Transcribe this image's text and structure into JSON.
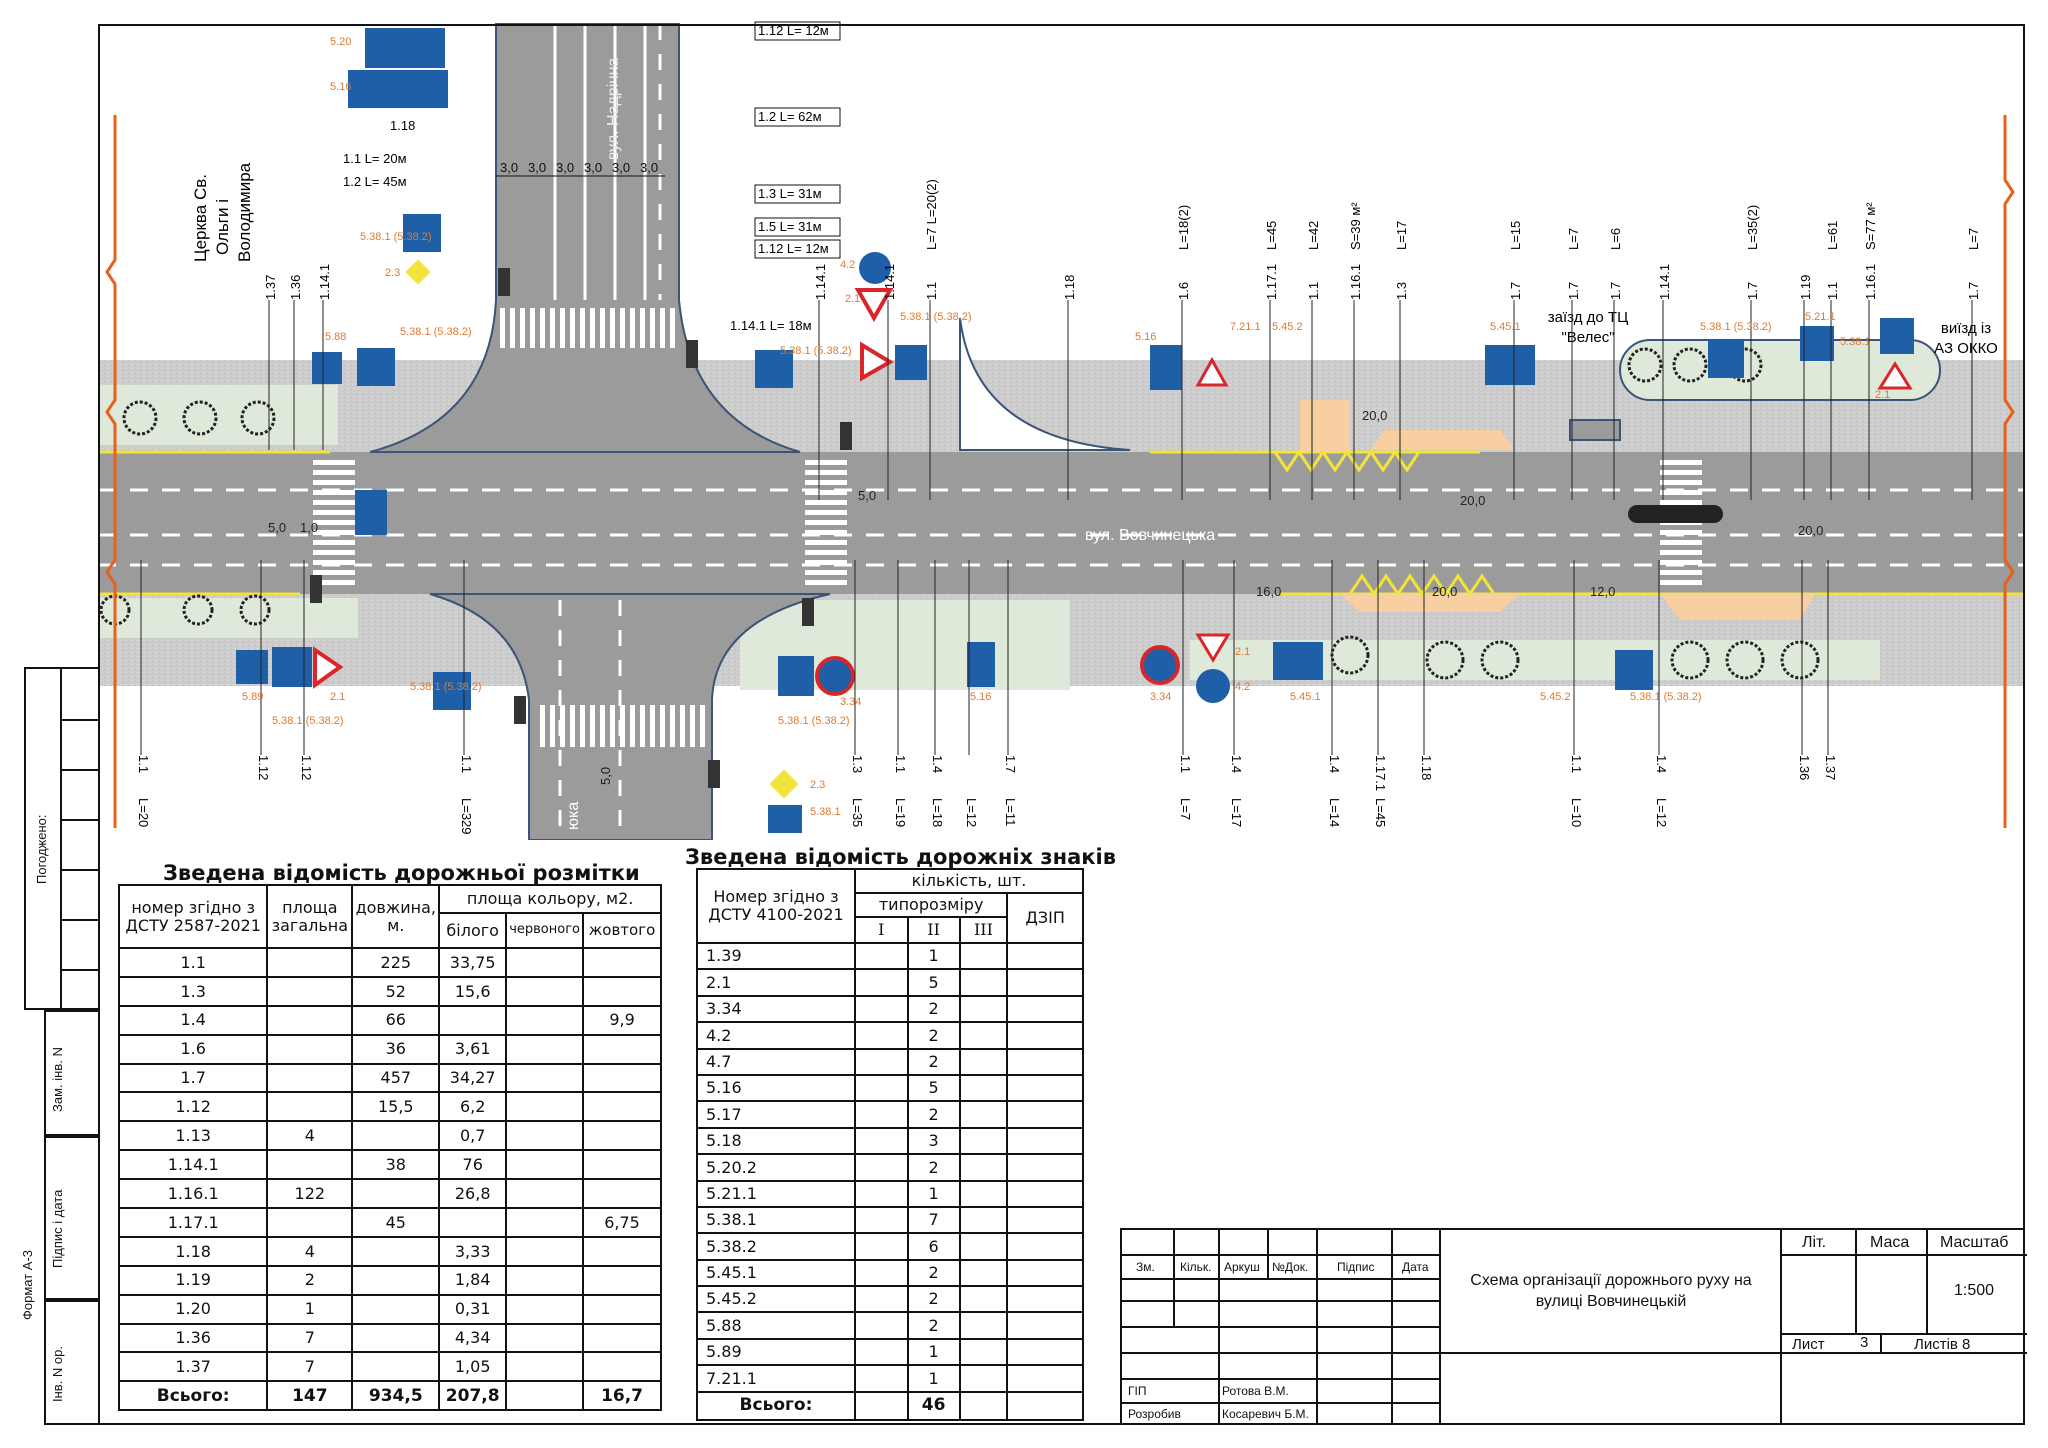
{
  "plan": {
    "street_main": "вул. Вовчинецька",
    "street_cross_top": "вул. Надрічна",
    "street_cross_bottom": "юка",
    "church": [
      "Церква Св.",
      "Ольги і",
      "Володимира"
    ],
    "entry_label": [
      "заїзд до ТЦ",
      "\"Велес\""
    ],
    "exit_label": [
      "виїзд із",
      "АЗ ОККО"
    ],
    "top_callouts": [
      "1.12 L= 12м",
      "1.2 L= 62м",
      "1.3 L= 31м",
      "1.5 L= 31м",
      "1.12 L= 12м",
      "1.18",
      "1.1 L= 20м",
      "1.2 L= 45м",
      "1.14.1 L= 18м"
    ],
    "lane_widths": [
      "3,0",
      "3,0",
      "3,0",
      "3,0",
      "3,0",
      "3,0"
    ],
    "dimensions": [
      "20,0",
      "20,0",
      "20,0",
      "16,0",
      "20,0",
      "12,0",
      "5,0",
      "5,0",
      "5,0",
      "1,0"
    ],
    "top_labels": [
      {
        "box": "1.37",
        "sub": ""
      },
      {
        "box": "1.36",
        "sub": ""
      },
      {
        "box": "1.14.1",
        "sub": ""
      },
      {
        "box": "1.14.1",
        "sub": ""
      },
      {
        "box": "1.14.1",
        "sub": ""
      },
      {
        "box": "1.1",
        "sub": "L=7  L=20(2)"
      },
      {
        "box": "1.18",
        "sub": ""
      },
      {
        "box": "1.6",
        "sub": "L=18(2)"
      },
      {
        "box": "1.17.1",
        "sub": "L=45"
      },
      {
        "box": "1.1",
        "sub": "L=42"
      },
      {
        "box": "1.16.1",
        "sub": "S=39 м²"
      },
      {
        "box": "1.3",
        "sub": "L=17"
      },
      {
        "box": "1.7",
        "sub": "L=15"
      },
      {
        "box": "1.7",
        "sub": "L=7"
      },
      {
        "box": "1.7",
        "sub": "L=6"
      },
      {
        "box": "1.14.1",
        "sub": ""
      },
      {
        "box": "1.7",
        "sub": "L=35(2)"
      },
      {
        "box": "1.19",
        "sub": ""
      },
      {
        "box": "1.1",
        "sub": "L=61"
      },
      {
        "box": "1.16.1",
        "sub": "S=77 м²"
      },
      {
        "box": "1.7",
        "sub": "L=7"
      }
    ],
    "bottom_labels": [
      {
        "box": "1.1",
        "sub": "L=20"
      },
      {
        "box": "1.12",
        "sub": ""
      },
      {
        "box": "1.12",
        "sub": ""
      },
      {
        "box": "1.1",
        "sub": "L=329"
      },
      {
        "box": "1.3",
        "sub": "L=35"
      },
      {
        "box": "1.1",
        "sub": "L=19"
      },
      {
        "box": "1.4",
        "sub": "L=18"
      },
      {
        "box": "",
        "sub": "L=12"
      },
      {
        "box": "1.7",
        "sub": "L=11"
      },
      {
        "box": "1.1",
        "sub": "L=7"
      },
      {
        "box": "1.4",
        "sub": "L=17"
      },
      {
        "box": "1.4",
        "sub": "L=14"
      },
      {
        "box": "1.17.1",
        "sub": "L=45"
      },
      {
        "box": "1.18",
        "sub": ""
      },
      {
        "box": "1.1",
        "sub": "L=10"
      },
      {
        "box": "1.4",
        "sub": "L=12"
      },
      {
        "box": "1.36",
        "sub": ""
      },
      {
        "box": "1.37",
        "sub": ""
      }
    ],
    "sign_labels": [
      "5.20",
      "5.16",
      "5.38.1 (5.38.2)",
      "2.3",
      "5.88",
      "5.38.1 (5.38.2)",
      "5.38.1 (5.38.2)",
      "4.2",
      "2.1",
      "5.38.1 (5.38.2)",
      "5.16",
      "7.21.1",
      "5.45.2",
      "5.45.1",
      "5.38.1 (5.38.2)",
      "5.21.1",
      "5.38.1",
      "2.1",
      "5.89",
      "5.38.1 (5.38.2)",
      "2.1",
      "5.38.1 (5.38.2)",
      "5.38.1 (5.38.2)",
      "3.34",
      "5.16",
      "2.3",
      "5.38.1",
      "3.34",
      "2.1",
      "4.2",
      "5.45.1",
      "5.45.2",
      "5.38.1 (5.38.2)"
    ]
  },
  "markings_table": {
    "title": "Зведена відомість дорожньої розмітки",
    "headers": {
      "number": "номер згідно з ДСТУ 2587-2021",
      "area_total": "площа загальна",
      "length": "довжина, м.",
      "color_area": "площа кольору, м2.",
      "white": "білого",
      "red": "червоного",
      "yellow": "жовтого"
    },
    "rows": [
      [
        "1.1",
        "",
        "225",
        "33,75",
        "",
        ""
      ],
      [
        "1.3",
        "",
        "52",
        "15,6",
        "",
        ""
      ],
      [
        "1.4",
        "",
        "66",
        "",
        "",
        "9,9"
      ],
      [
        "1.6",
        "",
        "36",
        "3,61",
        "",
        ""
      ],
      [
        "1.7",
        "",
        "457",
        "34,27",
        "",
        ""
      ],
      [
        "1.12",
        "",
        "15,5",
        "6,2",
        "",
        ""
      ],
      [
        "1.13",
        "4",
        "",
        "0,7",
        "",
        ""
      ],
      [
        "1.14.1",
        "",
        "38",
        "76",
        "",
        ""
      ],
      [
        "1.16.1",
        "122",
        "",
        "26,8",
        "",
        ""
      ],
      [
        "1.17.1",
        "",
        "45",
        "",
        "",
        "6,75"
      ],
      [
        "1.18",
        "4",
        "",
        "3,33",
        "",
        ""
      ],
      [
        "1.19",
        "2",
        "",
        "1,84",
        "",
        ""
      ],
      [
        "1.20",
        "1",
        "",
        "0,31",
        "",
        ""
      ],
      [
        "1.36",
        "7",
        "",
        "4,34",
        "",
        ""
      ],
      [
        "1.37",
        "7",
        "",
        "1,05",
        "",
        ""
      ]
    ],
    "total": [
      "Всього:",
      "147",
      "934,5",
      "207,8",
      "",
      "16,7"
    ]
  },
  "signs_table": {
    "title": "Зведена відомість дорожніх знаків",
    "headers": {
      "number": "Номер згідно з ДСТУ 4100-2021",
      "quantity": "кількість, шт.",
      "size": "типорозміру",
      "size_i": "I",
      "size_ii": "II",
      "size_iii": "III",
      "dzip": "ДЗІП"
    },
    "rows": [
      [
        "1.39",
        "",
        "1",
        "",
        ""
      ],
      [
        "2.1",
        "",
        "5",
        "",
        ""
      ],
      [
        "3.34",
        "",
        "2",
        "",
        ""
      ],
      [
        "4.2",
        "",
        "2",
        "",
        ""
      ],
      [
        "4.7",
        "",
        "2",
        "",
        ""
      ],
      [
        "5.16",
        "",
        "5",
        "",
        ""
      ],
      [
        "5.17",
        "",
        "2",
        "",
        ""
      ],
      [
        "5.18",
        "",
        "3",
        "",
        ""
      ],
      [
        "5.20.2",
        "",
        "2",
        "",
        ""
      ],
      [
        "5.21.1",
        "",
        "1",
        "",
        ""
      ],
      [
        "5.38.1",
        "",
        "7",
        "",
        ""
      ],
      [
        "5.38.2",
        "",
        "6",
        "",
        ""
      ],
      [
        "5.45.1",
        "",
        "2",
        "",
        ""
      ],
      [
        "5.45.2",
        "",
        "2",
        "",
        ""
      ],
      [
        "5.88",
        "",
        "2",
        "",
        ""
      ],
      [
        "5.89",
        "",
        "1",
        "",
        ""
      ],
      [
        "7.21.1",
        "",
        "1",
        "",
        ""
      ]
    ],
    "total": [
      "Всього:",
      "",
      "46",
      "",
      ""
    ]
  },
  "title_block": {
    "columns": [
      "Зм.",
      "Кільк.",
      "Аркуш",
      "№Док.",
      "Підпис",
      "Дата"
    ],
    "title": "Схема організації дорожнього руху на вулиці Вовчинецькій",
    "lit_label": "Літ.",
    "mass_label": "Маса",
    "scale_label": "Масштаб",
    "scale": "1:500",
    "sheet_label": "Лист",
    "sheet": "3",
    "sheets_label": "Листів 8",
    "roles": [
      {
        "role": "ГІП",
        "name": "Ротова В.М."
      },
      {
        "role": "Розробив",
        "name": "Косаревич Б.М."
      }
    ]
  },
  "side_strip": {
    "agreed": "Погоджено:",
    "replace_inv": "Зам. інв. N",
    "sign_date": "Підпис і дата",
    "inv_orig": "Інв. N ор.",
    "format": "Формат А-3"
  },
  "colors": {
    "road": "#9b9b9b",
    "paving": "#cfcfcf",
    "green": "#dfe9d9",
    "sign_blue": "#1f5fa8",
    "sign_red": "#d9262b",
    "annotation": "#e07a30",
    "yellow_line": "#f2e43a",
    "hatch": "#f7cfa0"
  }
}
